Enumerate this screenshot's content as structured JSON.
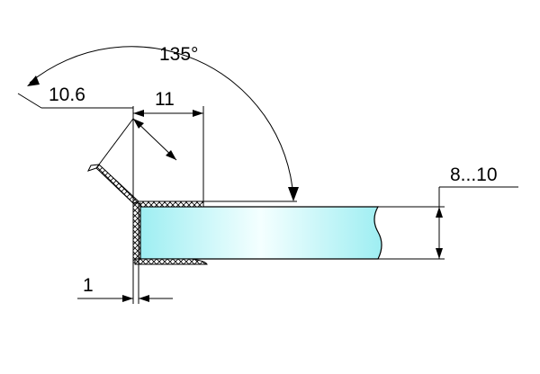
{
  "diagram": {
    "dimensions": {
      "angle": "135°",
      "diagonal": "10.6",
      "overlap": "11",
      "thickness": "8...10",
      "wall": "1"
    }
  },
  "colors": {
    "line": "#000000",
    "glass_edge": "#a6f1f4",
    "glass_center": "#f4ffff",
    "profile_fill": "#ffffff"
  }
}
